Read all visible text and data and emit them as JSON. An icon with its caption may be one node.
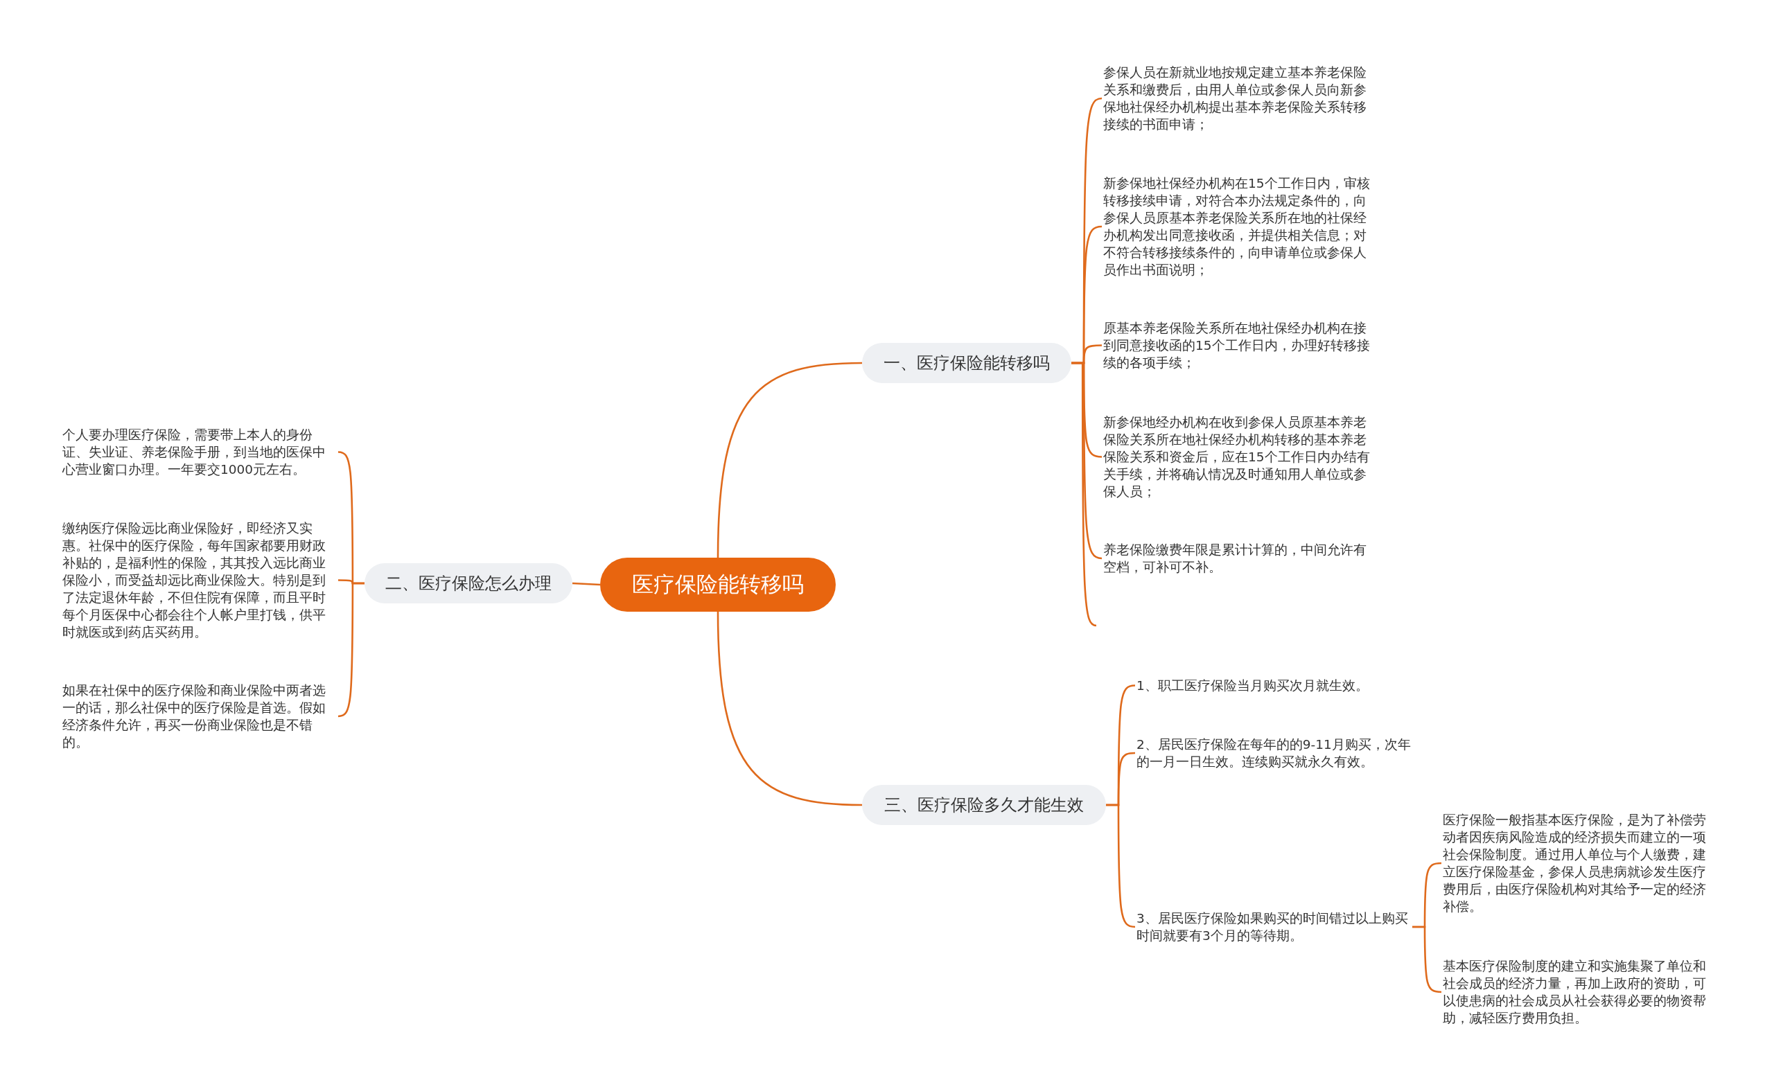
{
  "diagram": {
    "nodes": [
      {
        "text": [
          "医疗保险能转移吗"
        ]
      },
      {
        "text": [
          "一、医疗保险能转移吗"
        ]
      },
      {
        "text": [
          "参保人员在新就业地按规定建立基本养老保险关系和缴费后，由用人单位或参保人员向新参保地社保经办机构提出基本养老保险关系转移接续的书面申请；"
        ]
      },
      {
        "text": [
          "新参保地社保经办机构在15个工作日内，审核转移接续申请，对符合本办法规定条件的，向参保人员原基本养老保险关系所在地的社保经办机构发出同意接收函，并提供相关信息；对不符合转移接续条件的，向申请单位或参保人员作出书面说明；"
        ]
      },
      {
        "text": [
          "原基本养老保险关系所在地社保经办机构在接到同意接收函的15个工作日内，办理好转移接续的各项手续；"
        ]
      },
      {
        "text": [
          "新参保地经办机构在收到参保人员原基本养老保险关系所在地社保经办机构转移的基本养老保险关系和资金后，应在15个工作日内办结有关手续，并将确认情况及时通知用人单位或参保人员；"
        ]
      },
      {
        "text": [
          "养老保险缴费年限是累计计算的，中间允许有空档，可补可不补。"
        ]
      },
      {
        "text": [
          "二、医疗保险怎么办理"
        ]
      },
      {
        "text": [
          "个人要办理医疗保险，需要带上本人的身份证、失业证、养老保险手册，到当地的医保中心营业窗口办理。一年要交1000元左右。"
        ]
      },
      {
        "text": [
          "缴纳医疗保险远比商业保险好，即经济又实惠。社保中的医疗保险，每年国家都要用财政补贴的，是福利性的保险，其其投入远比商业保险小，而受益却远比商业保险大。特别是到了法定退休年龄，不但住院有保障，而且平时每个月医保中心都会往个人帐户里打钱，供平时就医或到药店买药用。"
        ]
      },
      {
        "text": [
          "如果在社保中的医疗保险和商业保险中两者选一的话，那么社保中的医疗保险是首选。假如经济条件允许，再买一份商业保险也是不错的。"
        ]
      },
      {
        "text": [
          "三、医疗保险多久才能生效"
        ]
      },
      {
        "text": [
          "1、职工医疗保险当月购买次月就生效。"
        ]
      },
      {
        "text": [
          "2、居民医疗保险在每年的的9-11月购买，次年的一月一日生效。连续购买就永久有效。"
        ]
      },
      {
        "text": [
          "3、居民医疗保险如果购买的时间错过以上购买时间就要有3个月的等待期。"
        ]
      },
      {
        "text": [
          "医疗保险一般指基本医疗保险，是为了补偿劳动者因疾病风险造成的经济损失而建立的一项社会保险制度。通过用人单位与个人缴费，建立医疗保险基金，参保人员患病就诊发生医疗费用后，由医疗保险机构对其给予一定的经济补偿。"
        ]
      },
      {
        "text": [
          "基本医疗保险制度的建立和实施集聚了单位和社会成员的经济力量，再加上政府的资助，可以使患病的社会成员从社会获得必要的物资帮助，减轻医疗费用负担。"
        ]
      }
    ],
    "edges": [
      {
        "from": 0,
        "to": 1,
        "arrow": "none"
      },
      {
        "from": 1,
        "to": 2,
        "arrow": "none"
      },
      {
        "from": 1,
        "to": 3,
        "arrow": "none"
      },
      {
        "from": 1,
        "to": 4,
        "arrow": "none"
      },
      {
        "from": 1,
        "to": 5,
        "arrow": "none"
      },
      {
        "from": 1,
        "to": 6,
        "arrow": "none"
      },
      {
        "from": 1,
        "to": null,
        "arrow": "none"
      },
      {
        "from": 0,
        "to": 7,
        "arrow": "none"
      },
      {
        "from": 7,
        "to": 8,
        "arrow": "none"
      },
      {
        "from": 7,
        "to": 9,
        "arrow": "none"
      },
      {
        "from": 7,
        "to": 10,
        "arrow": "none"
      },
      {
        "from": 0,
        "to": 11,
        "arrow": "none"
      },
      {
        "from": 11,
        "to": 12,
        "arrow": "none"
      },
      {
        "from": 11,
        "to": 13,
        "arrow": "none"
      },
      {
        "from": 11,
        "to": 14,
        "arrow": "none"
      },
      {
        "from": 14,
        "to": 15,
        "arrow": "none"
      },
      {
        "from": 14,
        "to": 16,
        "arrow": "none"
      }
    ]
  }
}
